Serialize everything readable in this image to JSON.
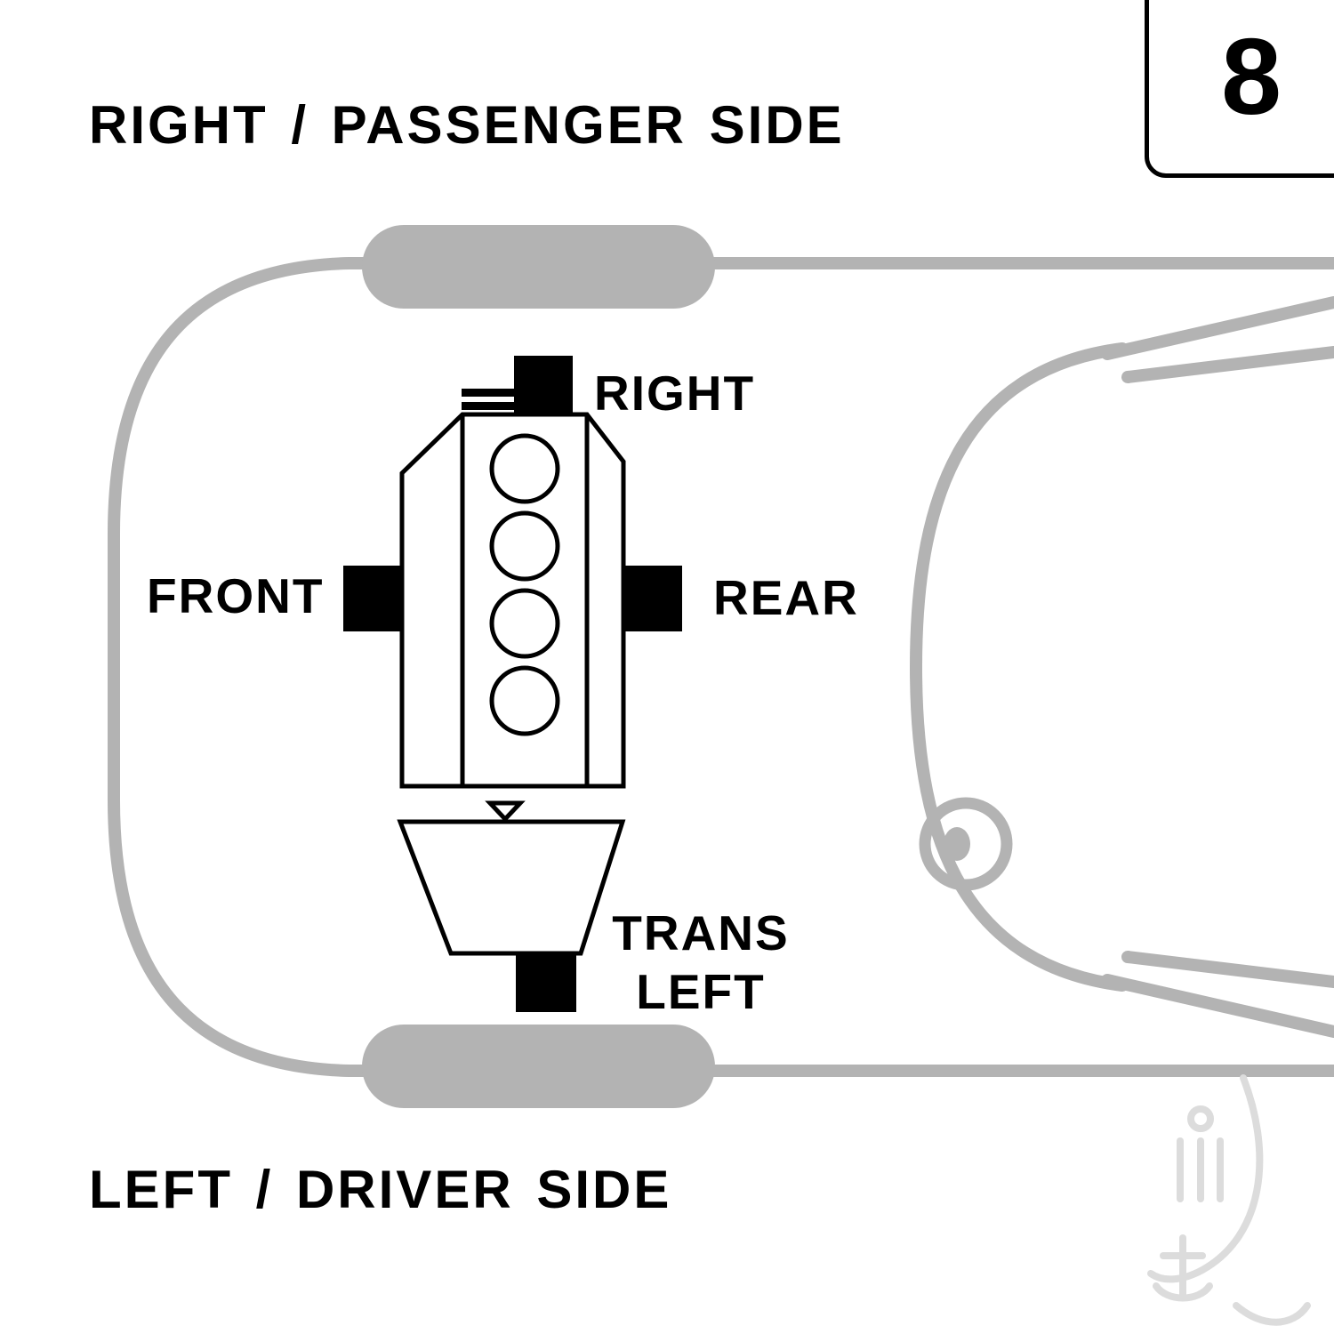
{
  "colors": {
    "background": "#ffffff",
    "car_outline": "#b3b3b3",
    "engine_line": "#000000",
    "mount_fill": "#000000",
    "text": "#000000",
    "watermark": "#dcdcdc"
  },
  "header": {
    "top_side_label": "RIGHT / PASSENGER SIDE",
    "page_number": "8"
  },
  "footer": {
    "bottom_side_label": "LEFT / DRIVER SIDE"
  },
  "diagram": {
    "mount_labels": {
      "top": "RIGHT",
      "left": "FRONT",
      "right": "REAR",
      "bottom_line1": "TRANS",
      "bottom_line2": "LEFT"
    }
  }
}
